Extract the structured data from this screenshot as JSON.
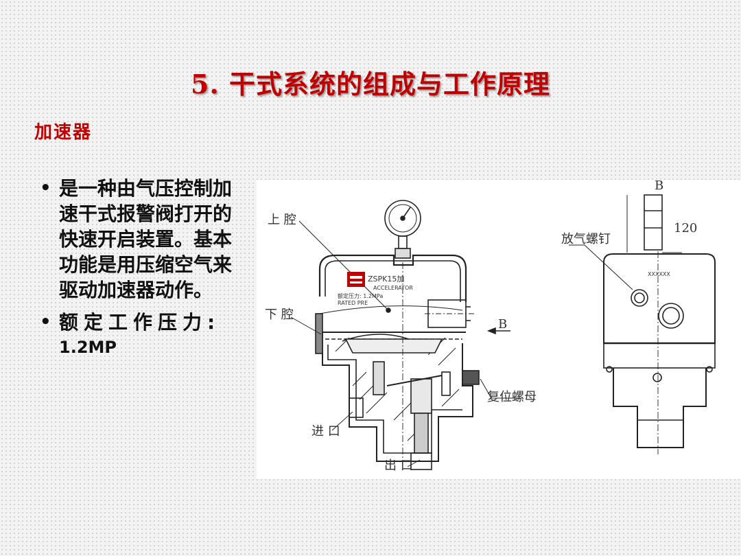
{
  "title": "5. 干式系统的组成与工作原理",
  "subtitle": "加速器",
  "bullets": [
    {
      "text": "是一种由气压控制加速干式报警阀打开的快速开启装置。基本功能是用压缩空气来驱动加速器动作。"
    },
    {
      "label": "额定工作压力:",
      "value": "1.2MP"
    }
  ],
  "diagram": {
    "left_labels": {
      "upper_chamber": "上 腔",
      "lower_chamber": "下 腔",
      "reset_nut": "复位螺母",
      "inlet": "进 口",
      "outlet": "出 口"
    },
    "section_mark": "B",
    "plate_model": "ZSPK15加",
    "plate_en": "ACCELERATOR",
    "plate_pressure": "额定压力: 1.2MPa",
    "plate_rated": "RATED PRE",
    "right_labels": {
      "top_mark": "B",
      "dimension": "120",
      "vent_screw": "放气螺钉",
      "stamp": "XXXXXX"
    }
  }
}
